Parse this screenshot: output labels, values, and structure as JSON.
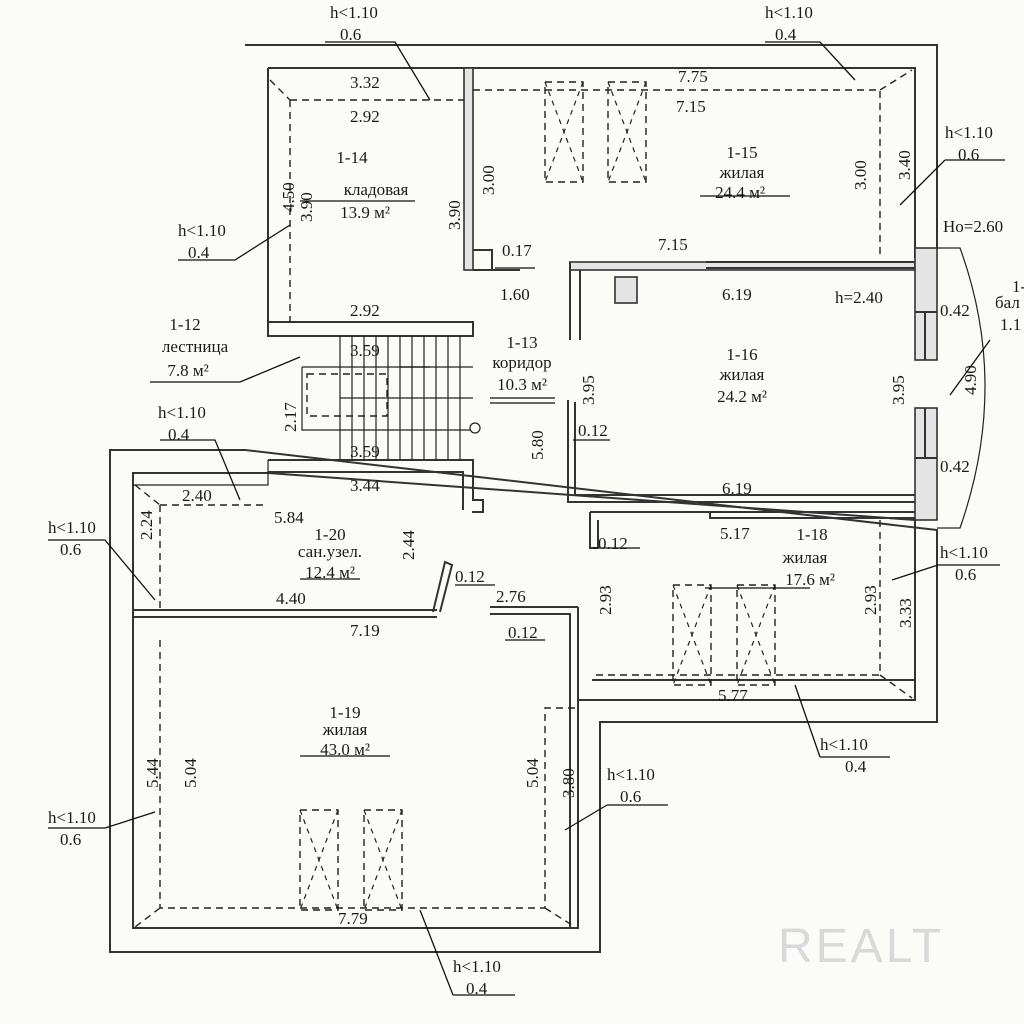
{
  "rooms": [
    {
      "id": "1-14",
      "name": "кладовая",
      "area": "13.9 м²"
    },
    {
      "id": "1-15",
      "name": "жилая",
      "area": "24.4 м²"
    },
    {
      "id": "1-12",
      "name": "лестница",
      "area": "7.8  м²"
    },
    {
      "id": "1-13",
      "name": "коридор",
      "area": "10.3 м²"
    },
    {
      "id": "1-16",
      "name": "жилая",
      "area": "24.2 м²"
    },
    {
      "id": "1-20",
      "name": "сан.узел.",
      "area": "12.4 м²"
    },
    {
      "id": "1-18",
      "name": "жилая",
      "area": "17.6 м²"
    },
    {
      "id": "1-19",
      "name": "жилая",
      "area": "43.0 м²"
    }
  ],
  "balcony": {
    "id": "1-",
    "name": "бал",
    "value": "1.1"
  },
  "height_notes": [
    {
      "h": "h<1.10",
      "v": "0.6"
    },
    {
      "h": "h<1.10",
      "v": "0.4"
    },
    {
      "h": "h<1.10",
      "v": "0.6"
    },
    {
      "h": "h<1.10",
      "v": "0.4"
    },
    {
      "h": "h<1.10",
      "v": "0.4"
    },
    {
      "h": "h<1.10",
      "v": "0.6"
    },
    {
      "h": "h<1.10",
      "v": "0.6"
    },
    {
      "h": "h<1.10",
      "v": "0.4"
    },
    {
      "h": "h<1.10",
      "v": "0.6"
    },
    {
      "h": "h<1.10",
      "v": "0.6"
    },
    {
      "h": "h<1.10",
      "v": "0.4"
    }
  ],
  "ceiling_heights": {
    "total": "Ho=2.60",
    "room": "h=2.40"
  },
  "dims": [
    "3.32",
    "2.92",
    "7.75",
    "7.15",
    "3.00",
    "3.90",
    "4.50",
    "3.90",
    "0.17",
    "1.60",
    "3.00",
    "3.40",
    "7.15",
    "6.19",
    "0.42",
    "2.92",
    "3.59",
    "2.17",
    "3.59",
    "3.44",
    "3.95",
    "5.80",
    "0.12",
    "3.95",
    "4.90",
    "0.42",
    "6.19",
    "2.40",
    "5.84",
    "2.44",
    "2.24",
    "5.17",
    "0.12",
    "0.12",
    "4.40",
    "2.76",
    "7.19",
    "0.12",
    "2.93",
    "2.93",
    "3.33",
    "5.77",
    "5.04",
    "5.44",
    "5.04",
    "3.80",
    "7.79"
  ],
  "watermark": "REALT"
}
